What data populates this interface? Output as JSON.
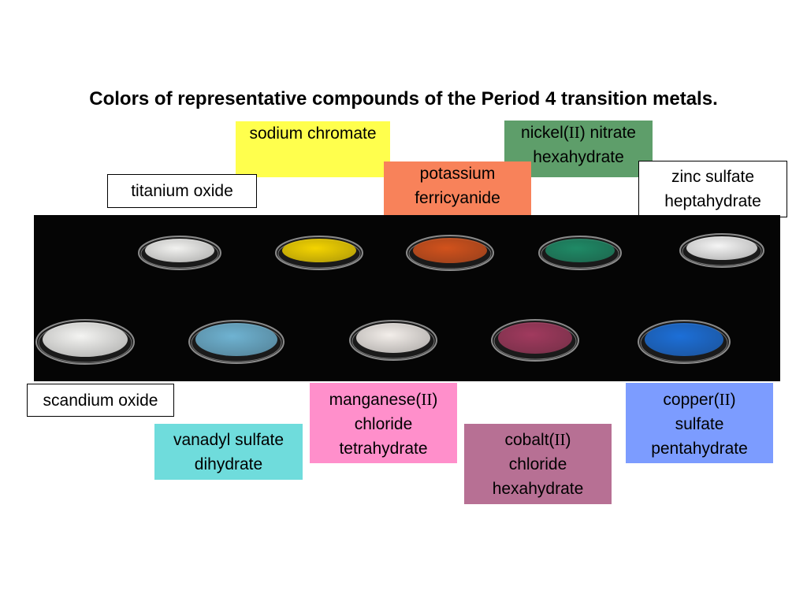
{
  "title": "Colors of representative compounds of the Period 4 transition metals.",
  "colors": {
    "yellow": "#ffff4d",
    "green": "#5e9e6a",
    "orange": "#f8825a",
    "pink": "#ff8fcb",
    "cyan": "#6fdcdc",
    "mauve": "#b77094",
    "blue": "#7c9cff"
  },
  "labels": {
    "titanium": {
      "l1": "titanium oxide"
    },
    "sodium": {
      "l1": "sodium chromate"
    },
    "potassium": {
      "l1": "potassium",
      "l2": "ferricyanide"
    },
    "nickel": {
      "l1a": "nickel(",
      "l1r": "II",
      "l1b": ") nitrate",
      "l2": "hexahydrate"
    },
    "zinc": {
      "l1": "zinc sulfate",
      "l2": "heptahydrate"
    },
    "scandium": {
      "l1": "scandium oxide"
    },
    "vanadyl": {
      "l1": "vanadyl sulfate",
      "l2": "dihydrate"
    },
    "manganese": {
      "l1a": "manganese(",
      "l1r": "II",
      "l1b": ")",
      "l2": "chloride",
      "l3": "tetrahydrate"
    },
    "cobalt": {
      "l1a": "cobalt(",
      "l1r": "II",
      "l1b": ")",
      "l2": "chloride",
      "l3": "hexahydrate"
    },
    "copper": {
      "l1a": "copper(",
      "l1r": "II",
      "l1b": ")",
      "l2": "sulfate",
      "l3": "pentahydrate"
    }
  },
  "samples": [
    {
      "name": "titanium-oxide",
      "color": "#f2f2f0"
    },
    {
      "name": "sodium-chromate",
      "color": "#f4d400"
    },
    {
      "name": "potassium-ferricyanide",
      "color": "#d2521c"
    },
    {
      "name": "nickel-nitrate",
      "color": "#1f8a66"
    },
    {
      "name": "zinc-sulfate",
      "color": "#f5f5f5"
    },
    {
      "name": "scandium-oxide",
      "color": "#f4f4f2"
    },
    {
      "name": "vanadyl-sulfate",
      "color": "#6fb3d2"
    },
    {
      "name": "manganese-chloride",
      "color": "#f3eeea"
    },
    {
      "name": "cobalt-chloride",
      "color": "#a13a5e"
    },
    {
      "name": "copper-sulfate",
      "color": "#1c6fd8"
    }
  ]
}
